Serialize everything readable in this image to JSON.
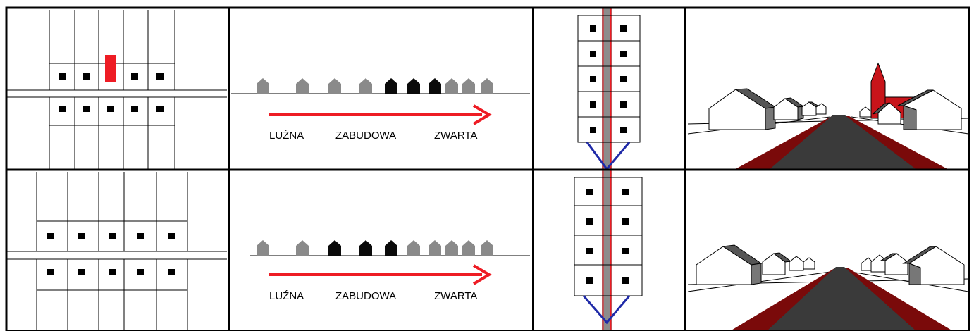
{
  "rows": [
    {
      "labels": {
        "loose": "LUŹNA",
        "development": "ZABUDOWA",
        "compact": "ZWARTA"
      },
      "house_profile": [
        "grey",
        "grey",
        "grey",
        "grey",
        "black",
        "black",
        "black",
        "grey",
        "grey",
        "grey"
      ]
    },
    {
      "labels": {
        "loose": "LUŹNA",
        "development": "ZABUDOWA",
        "compact": "ZWARTA"
      },
      "house_profile": [
        "grey",
        "grey",
        "black",
        "black",
        "black",
        "grey",
        "grey",
        "grey",
        "grey",
        "grey"
      ]
    }
  ],
  "colors": {
    "accent_red": "#ee1c24",
    "dark_red": "#7a0a0a",
    "house_grey": "#8a8a8a",
    "house_black": "#0a0a0a",
    "road_grey": "#3a3a3a",
    "axis_blue": "#1f2aa8",
    "strip_grey": "#8c8c8c"
  }
}
